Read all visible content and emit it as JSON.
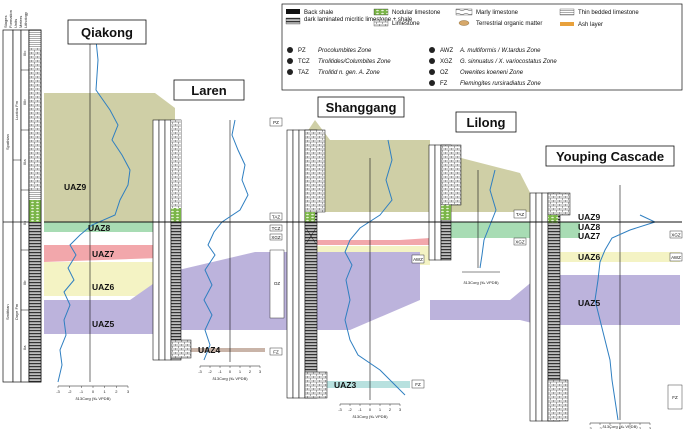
{
  "sections": [
    {
      "id": "qiakong",
      "name": "Qiakong"
    },
    {
      "id": "laren",
      "name": "Laren"
    },
    {
      "id": "shanggang",
      "name": "Shanggang"
    },
    {
      "id": "lilong",
      "name": "Lilong"
    },
    {
      "id": "youping",
      "name": "Youping Cascade"
    }
  ],
  "column_headers": [
    "Stages",
    "Formation",
    "Units",
    "Meters",
    "Lithology"
  ],
  "stratigraphy": {
    "stage_upper": "Spathian",
    "stage_lower": "Smithian",
    "fm_upper": "Luolou Fm",
    "fm_lower": "Daye Fm",
    "qiakong_units": [
      "IIIc",
      "IIIb",
      "IIIa",
      "IIc",
      "IIb",
      "IIa"
    ]
  },
  "uaz_labels": {
    "qiakong": [
      "UAZ9",
      "UAZ8",
      "UAZ7",
      "UAZ6",
      "UAZ5"
    ],
    "laren": [
      "UAZ4"
    ],
    "shanggang": [
      "UAZ3"
    ],
    "youping": [
      "UAZ9",
      "UAZ8",
      "UAZ7",
      "UAZ6",
      "UAZ5"
    ]
  },
  "zone_boxes": [
    "PZ",
    "TCZ",
    "TAZ",
    "AWZ",
    "XGZ",
    "OZ",
    "FZ"
  ],
  "legend": {
    "lithology": [
      {
        "id": "back-shale",
        "label": "Back shale"
      },
      {
        "id": "dark-laminated",
        "label": "dark laminated micritic limestone + shale"
      },
      {
        "id": "nodular",
        "label": "Nodular limestone"
      },
      {
        "id": "limestone",
        "label": "Limestone"
      },
      {
        "id": "marly",
        "label": "Marly limestone"
      },
      {
        "id": "terrestrial",
        "label": "Terrestrial organic matter"
      },
      {
        "id": "thin-bedded",
        "label": "Thin bedded limestone"
      },
      {
        "id": "ash",
        "label": "Ash layer"
      }
    ],
    "zones": [
      {
        "code": "PZ",
        "name": "Procolumbites Zone"
      },
      {
        "code": "TCZ",
        "name": "Tirolitides/Columbites Zone"
      },
      {
        "code": "TAZ",
        "name": "Tirolitid n. gen. A. Zone"
      },
      {
        "code": "AWZ",
        "name": "A. multiformis / W.tardus Zone"
      },
      {
        "code": "XGZ",
        "name": "G. sinnuatus / X. variocostatus Zone"
      },
      {
        "code": "OZ",
        "name": "Owenites koeneni Zone"
      },
      {
        "code": "FZ",
        "name": "Flemingites rursiradiatus Zone"
      }
    ]
  },
  "axis": {
    "label": "δ13Corg (‰ VPDB)",
    "ticks": [
      "-3",
      "-2",
      "-1",
      "0",
      "1",
      "2",
      "3"
    ]
  },
  "colors": {
    "uaz9": "#cfcfa6",
    "uaz8": "#a8dcb4",
    "uaz7": "#f2a7ab",
    "uaz6": "#f4f3c4",
    "uaz5": "#bcb3dc",
    "uaz4": "#c9b4a8",
    "uaz3": "#b8e1df",
    "curve": "#2f7fc1",
    "nodular": "#7ab548",
    "ash": "#e8a13c"
  }
}
